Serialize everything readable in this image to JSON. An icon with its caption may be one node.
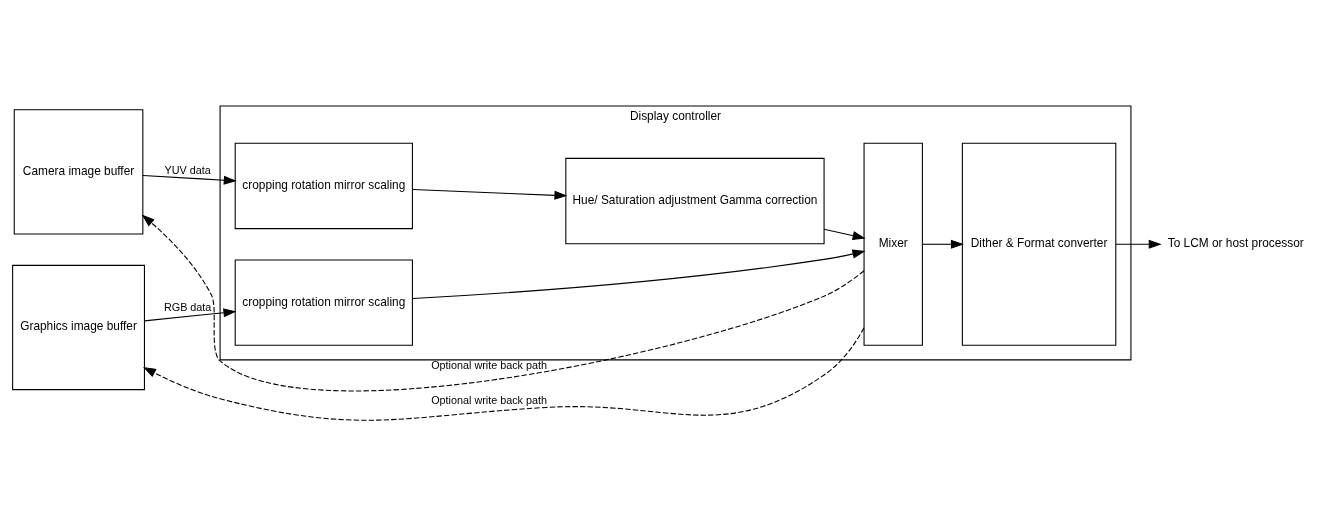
{
  "diagram": {
    "nodes": [
      {
        "text": [
          "Camera image buffer"
        ]
      },
      {
        "text": [
          "Graphics image buffer"
        ]
      },
      {
        "text": [
          "Display controller"
        ]
      },
      {
        "text": [
          "cropping rotation mirror scaling"
        ],
        "in": 2
      },
      {
        "text": [
          "Hue/ Saturation adjustment Gamma correction"
        ],
        "in": 2
      },
      {
        "text": [
          "cropping rotation mirror scaling"
        ],
        "in": 2
      },
      {
        "text": [
          "Mixer"
        ],
        "in": 2
      },
      {
        "text": [
          "Dither & Format converter"
        ],
        "in": 2
      },
      {
        "text": [
          "To LCM or host processor"
        ]
      }
    ],
    "edges": [
      {
        "from": 0,
        "to": 3,
        "arrow": "to",
        "label": "YUV data"
      },
      {
        "from": 3,
        "to": 4,
        "arrow": "to"
      },
      {
        "from": 4,
        "to": 6,
        "arrow": "to"
      },
      {
        "from": 1,
        "to": 5,
        "arrow": "to",
        "label": "RGB data"
      },
      {
        "from": 5,
        "to": 6,
        "arrow": "to"
      },
      {
        "from": 6,
        "to": 7,
        "arrow": "to"
      },
      {
        "from": 7,
        "to": 8,
        "arrow": "to"
      },
      {
        "from": 6,
        "to": 0,
        "arrow": "to",
        "style": "dashed",
        "label": "Optional write back path"
      },
      {
        "from": 6,
        "to": 1,
        "arrow": "to",
        "style": "dashed",
        "label": "Optional write back path"
      }
    ]
  }
}
